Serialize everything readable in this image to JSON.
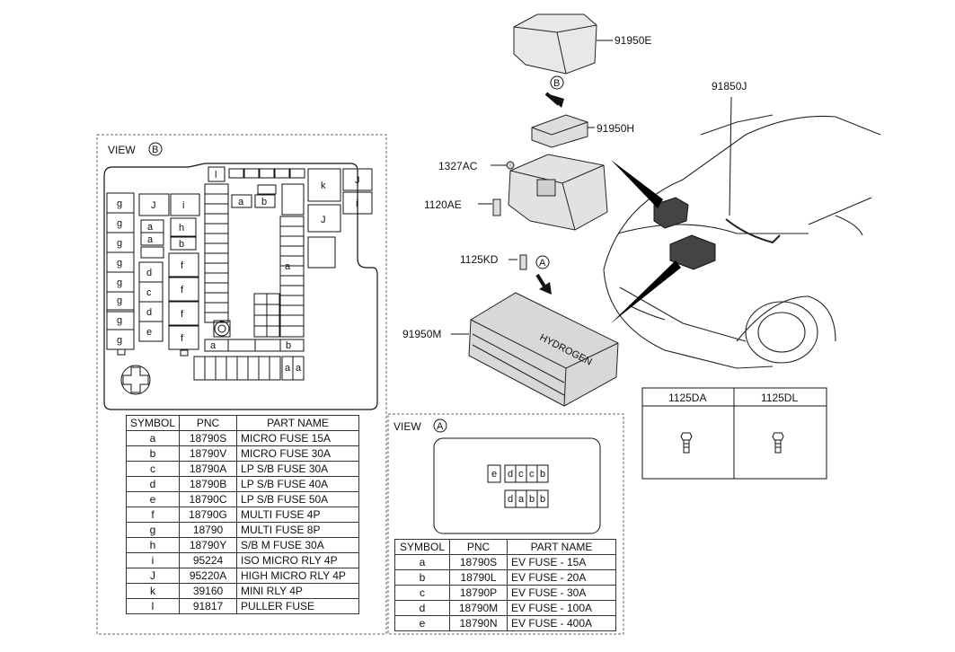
{
  "callouts": {
    "p91950E": "91950E",
    "p91950H": "91950H",
    "p91850J": "91850J",
    "p1327AC": "1327AC",
    "p1120AE": "1120AE",
    "p1125KD": "1125KD",
    "p91950M": "91950M",
    "markA": "A",
    "markB": "B",
    "hydrogen": "HYDROGEN"
  },
  "viewB": {
    "label": "VIEW",
    "mark": "B",
    "cells": {
      "l": "l",
      "a": "a",
      "b": "b",
      "k": "k",
      "J": "J",
      "i": "i",
      "g": "g",
      "h": "h",
      "f": "f",
      "d": "d",
      "c": "c",
      "e": "e"
    }
  },
  "tableB": {
    "headers": [
      "SYMBOL",
      "PNC",
      "PART NAME"
    ],
    "rows": [
      {
        "symbol": "a",
        "pnc": "18790S",
        "name": "MICRO FUSE 15A"
      },
      {
        "symbol": "b",
        "pnc": "18790V",
        "name": "MICRO FUSE 30A"
      },
      {
        "symbol": "c",
        "pnc": "18790A",
        "name": "LP S/B FUSE 30A"
      },
      {
        "symbol": "d",
        "pnc": "18790B",
        "name": "LP S/B FUSE 40A"
      },
      {
        "symbol": "e",
        "pnc": "18790C",
        "name": "LP S/B FUSE 50A"
      },
      {
        "symbol": "f",
        "pnc": "18790G",
        "name": "MULTI FUSE 4P"
      },
      {
        "symbol": "g",
        "pnc": "18790",
        "name": "MULTI FUSE 8P"
      },
      {
        "symbol": "h",
        "pnc": "18790Y",
        "name": "S/B M FUSE 30A"
      },
      {
        "symbol": "i",
        "pnc": "95224",
        "name": "ISO MICRO RLY 4P"
      },
      {
        "symbol": "J",
        "pnc": "95220A",
        "name": "HIGH MICRO RLY 4P"
      },
      {
        "symbol": "k",
        "pnc": "39160",
        "name": "MINI RLY 4P"
      },
      {
        "symbol": "l",
        "pnc": "91817",
        "name": "PULLER FUSE"
      }
    ]
  },
  "viewA": {
    "label": "VIEW",
    "mark": "A",
    "cells": {
      "e": "e",
      "d": "d",
      "c": "c",
      "b": "b",
      "a": "a"
    }
  },
  "tableA": {
    "headers": [
      "SYMBOL",
      "PNC",
      "PART NAME"
    ],
    "rows": [
      {
        "symbol": "a",
        "pnc": "18790S",
        "name": "EV FUSE - 15A"
      },
      {
        "symbol": "b",
        "pnc": "18790L",
        "name": "EV FUSE - 20A"
      },
      {
        "symbol": "c",
        "pnc": "18790P",
        "name": "EV FUSE - 30A"
      },
      {
        "symbol": "d",
        "pnc": "18790M",
        "name": "EV FUSE - 100A"
      },
      {
        "symbol": "e",
        "pnc": "18790N",
        "name": "EV FUSE - 400A"
      }
    ]
  },
  "bolts": {
    "left": "1125DA",
    "right": "1125DL"
  }
}
